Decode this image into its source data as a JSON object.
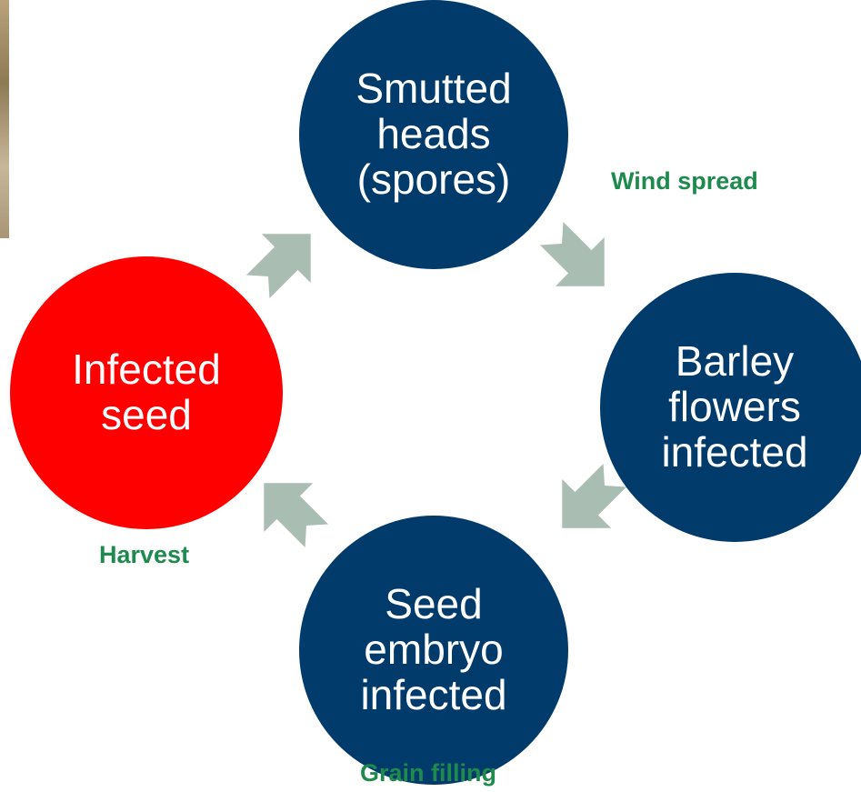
{
  "nodes": {
    "smutted_heads": {
      "label": "Smutted\nheads\n(spores)",
      "color": "#003b6b"
    },
    "barley_flowers": {
      "label": "Barley\nflowers\ninfected",
      "color": "#003b6b"
    },
    "seed_embryo": {
      "label": "Seed\nembryo\ninfected",
      "color": "#003b6b"
    },
    "infected_seed": {
      "label": "Infected\nseed",
      "color": "#ff0000"
    }
  },
  "transitions": {
    "wind_spread": "Wind spread",
    "grain_filling": "Grain filling",
    "harvest": "Harvest"
  },
  "colors": {
    "arrow": "#a9bdb2",
    "label_text": "#1e8a4e"
  }
}
